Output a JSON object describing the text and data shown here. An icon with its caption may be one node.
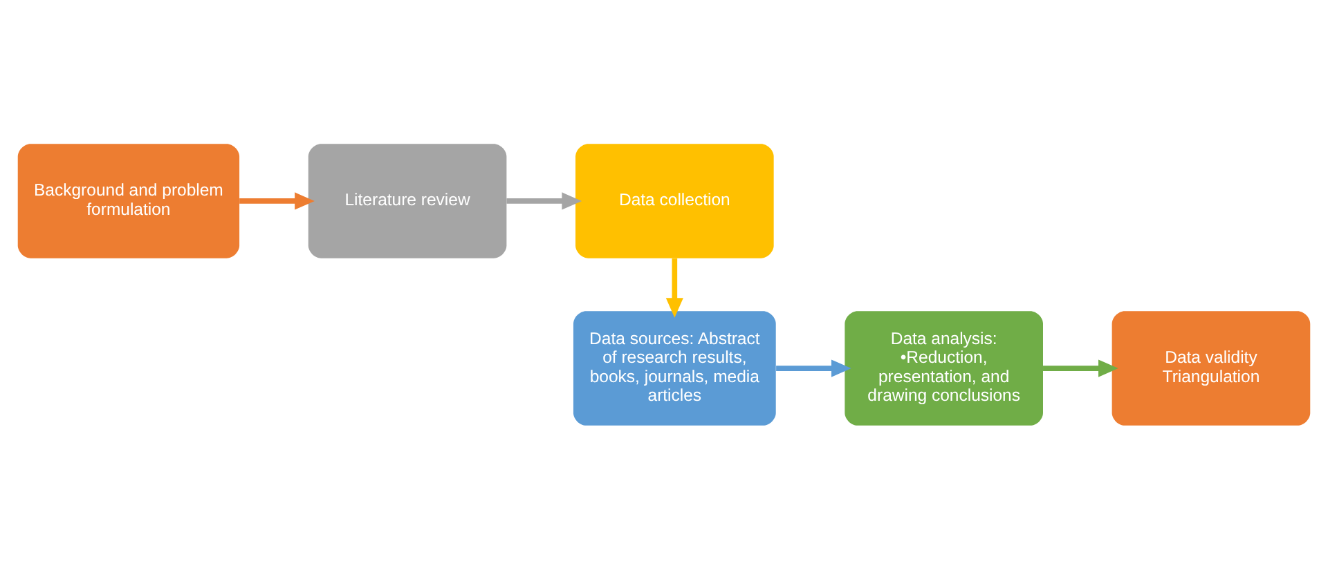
{
  "diagram": {
    "nodes": [
      {
        "text": [
          "Background and problem formulation"
        ]
      },
      {
        "text": [
          "Literature review"
        ]
      },
      {
        "text": [
          "Data collection"
        ]
      },
      {
        "text": [
          "Data sources: Abstract of research results, books, journals, media articles"
        ]
      },
      {
        "text": [
          "Data analysis:",
          "•Reduction, presentation, and drawing conclusions"
        ]
      },
      {
        "text": [
          "Data validity",
          "Triangulation"
        ]
      }
    ],
    "edges": [
      {
        "from": 0,
        "to": 1,
        "arrow": "to",
        "color": "#ed7d31"
      },
      {
        "from": 1,
        "to": 2,
        "arrow": "to",
        "color": "#a5a5a5"
      },
      {
        "from": 2,
        "to": 3,
        "arrow": "to",
        "color": "#ffc000"
      },
      {
        "from": 3,
        "to": 4,
        "arrow": "to",
        "color": "#5b9bd5"
      },
      {
        "from": 4,
        "to": 5,
        "arrow": "to",
        "color": "#70ad47"
      }
    ]
  }
}
